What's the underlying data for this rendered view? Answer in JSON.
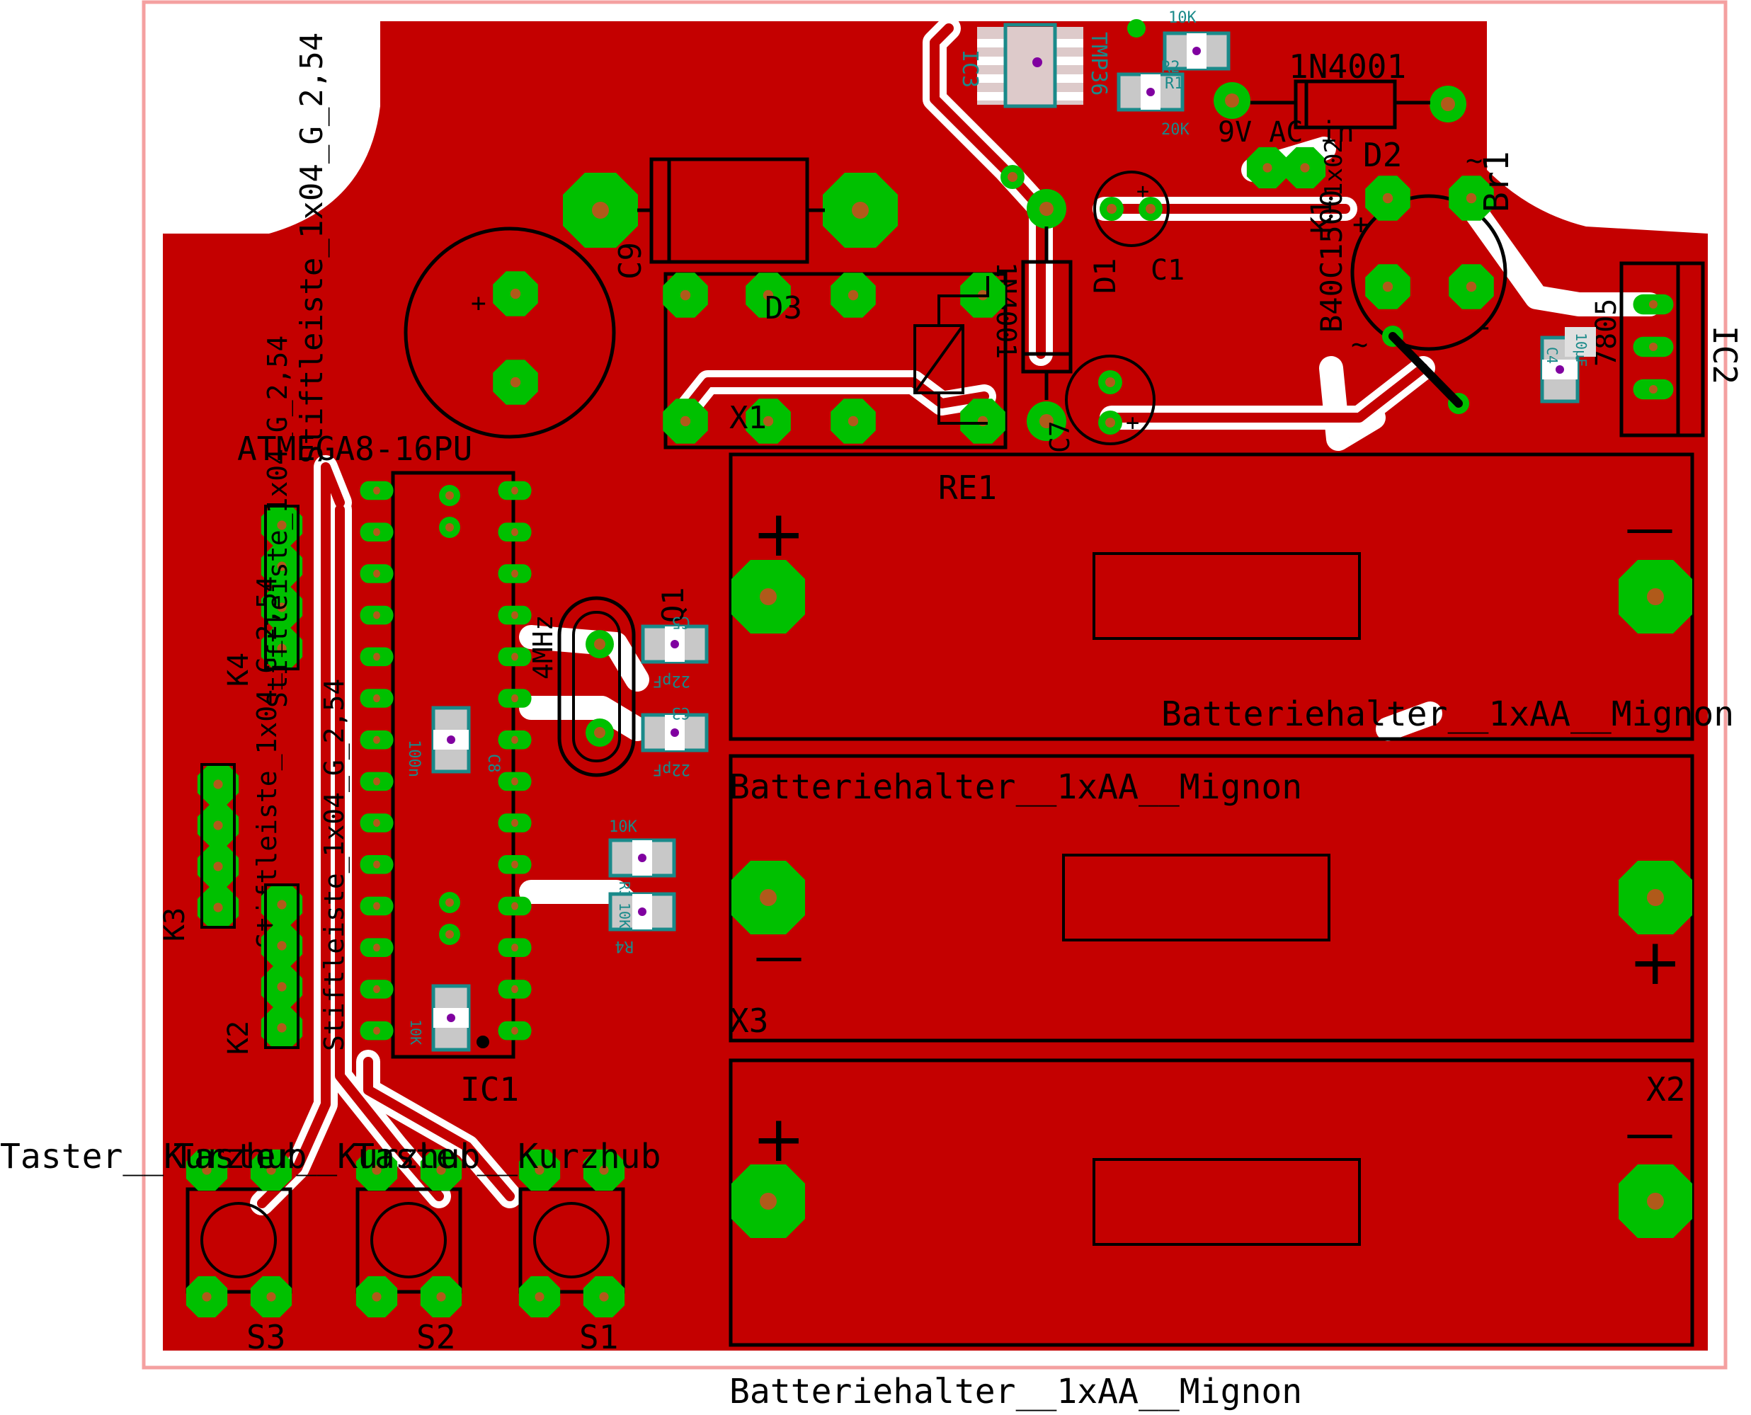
{
  "board": {
    "outline_color": "#f4a0a0",
    "copper_color": "#c40000",
    "pad_color": "#00c000",
    "drill_color": "#b05a1a",
    "silk_color": "#000000",
    "smd_outline_color": "#1a8a8a",
    "smd_pad_color": "#c8c8c8",
    "via_mark_color": "#8000a0"
  },
  "labels": {
    "ic3": "IC3",
    "ic3_part": "TMP36",
    "r2_val": "10K",
    "r2": "R2",
    "r1": "R1",
    "r1_val": "20K",
    "d2_part": "1N4001",
    "power_in": "9V AC in",
    "k1": "K1",
    "k1_part": "1x02",
    "d2": "D2",
    "br1": "Br1",
    "br1_part": "B40C1500",
    "br1_plus": "+",
    "br1_minus": "-",
    "br1_ac1": "~",
    "br1_ac2": "~",
    "c9": "C9",
    "c1": "C1",
    "d1": "D1",
    "d1_part": "1N4001",
    "c7": "C7",
    "d3": "D3",
    "x1": "X1",
    "re1": "RE1",
    "ic2": "IC2",
    "ic2_part": "7805",
    "c4": "C4",
    "c4_val": "10µF",
    "k4_part": "Stiftleiste_1x04_G_2,54",
    "atmega": "ATMEGA8-16PU",
    "k4": "K4",
    "k4_side": "Stiftleiste_1x04_G_2,54",
    "q1": "Q1",
    "q1_val": "4MHz",
    "c5": "C5",
    "c5_val": "22pF",
    "c3": "C3",
    "c3_val": "22pF",
    "c8": "C8",
    "c8_val": "100n",
    "r3": "R3",
    "r3_val": "10K",
    "r4": "R4",
    "r4_val": "10K",
    "k3": "K3",
    "k3_part": "Stiftleiste_1x04_G_2,54",
    "k2": "K2",
    "k2_part": "Stiftleiste_1x04_G_2,54",
    "r5_val": "10K",
    "ic1": "IC1",
    "batt_top": "Batteriehalter__1xAA__Mignon",
    "batt_mid": "Batteriehalter__1xAA__Mignon",
    "batt_bottom": "Batteriehalter__1xAA__Mignon",
    "x3": "X3",
    "x2": "X2",
    "plus": "+",
    "minus": "—",
    "taster1": "Taster__Kurzhub",
    "taster2": "Taster__Kurzhub",
    "taster3": "Taster__Kurzhub",
    "s1": "S1",
    "s2": "S2",
    "s3": "S3"
  }
}
